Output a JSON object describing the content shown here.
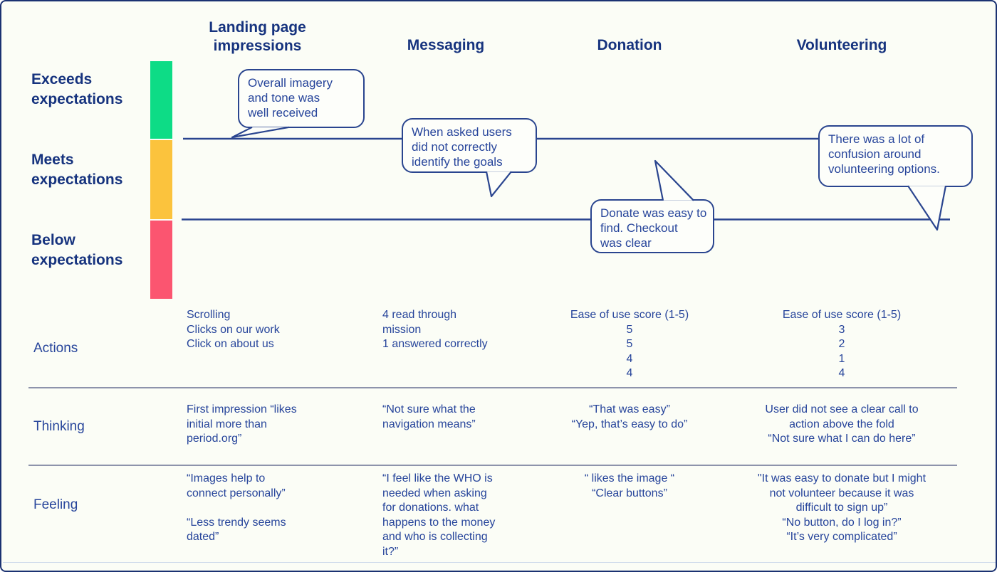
{
  "palette": {
    "background": "#fbfdf6",
    "ink": "#1d3c8c",
    "line": "#2a458f",
    "separator": "#8d93ab",
    "bubble_fill": "#fdfefa",
    "exceeds_green": "#0ddc86",
    "meets_amber": "#fbc33d",
    "below_red": "#fb5570"
  },
  "scale": {
    "levels": [
      {
        "label": [
          "Exceeds",
          "expectations"
        ],
        "color": "#0ddc86"
      },
      {
        "label": [
          "Meets",
          "expectations"
        ],
        "color": "#fbc33d"
      },
      {
        "label": [
          "Below",
          "expectations"
        ],
        "color": "#fb5570"
      }
    ]
  },
  "columns": [
    {
      "label": [
        "Landing page",
        "impressions"
      ]
    },
    {
      "label": [
        "Messaging"
      ]
    },
    {
      "label": [
        "Donation"
      ]
    },
    {
      "label": [
        "Volunteering"
      ]
    }
  ],
  "annotations": [
    {
      "column": "Landing page impressions",
      "text": [
        "Overall imagery",
        "and tone was",
        "well received"
      ]
    },
    {
      "column": "Messaging",
      "text": [
        "When asked users",
        "did not correctly",
        "identify the goals"
      ]
    },
    {
      "column": "Donation",
      "text": [
        "Donate was easy to",
        "find. Checkout",
        "was clear"
      ]
    },
    {
      "column": "Volunteering",
      "text": [
        "There was a lot of",
        "confusion around",
        "volunteering options."
      ]
    }
  ],
  "rows": [
    {
      "label": "Actions",
      "cells": [
        [
          "Scrolling",
          "Clicks on our work",
          "Click on about us"
        ],
        [
          "4 read through",
          "mission",
          "1 answered correctly"
        ],
        [
          "Ease of use score (1-5)",
          "5",
          "5",
          "4",
          "4"
        ],
        [
          "Ease of use score (1-5)",
          "3",
          "2",
          "1",
          "4"
        ]
      ]
    },
    {
      "label": "Thinking",
      "cells": [
        [
          "First impression “likes",
          "initial more than",
          "period.org”"
        ],
        [
          "“Not sure what the",
          "navigation means”"
        ],
        [
          "“That was easy”",
          "“Yep, that’s easy to do”"
        ],
        [
          "User did not see a clear call to",
          "action above the fold",
          "“Not sure what I can do here”"
        ]
      ]
    },
    {
      "label": "Feeling",
      "cells": [
        [
          "“Images help to",
          "connect personally”",
          "",
          "“Less trendy seems",
          "dated”"
        ],
        [
          "“I feel like the WHO is",
          "needed when asking",
          "for donations. what",
          "happens to the money",
          "and who is collecting",
          "it?”"
        ],
        [
          "“ likes the image “",
          "“Clear buttons”"
        ],
        [
          "\"It was easy to donate but I might",
          "not volunteer because it was",
          "difficult to sign up”",
          "“No button, do I log in?”",
          "“It’s very complicated”"
        ]
      ]
    }
  ]
}
